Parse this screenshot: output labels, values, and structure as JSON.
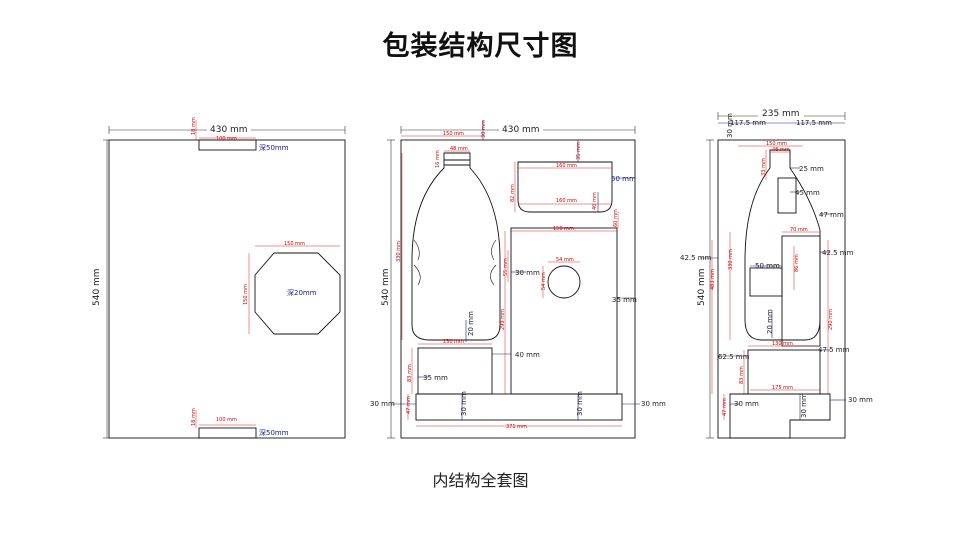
{
  "title": "包装结构尺寸图",
  "caption": "内结构全套图",
  "colors": {
    "outline": "#111111",
    "dim_black": "#333333",
    "dim_red": "#dd2222",
    "dim_blue": "#1a237e"
  },
  "left": {
    "w": "430 mm",
    "h": "540 mm",
    "t18": "18 mm",
    "h100": "100 mm",
    "d50": "深50mm",
    "b18": "18 mm",
    "b100": "100 mm",
    "bd50": "深50mm",
    "o150a": "150 mm",
    "o150b": "150 mm",
    "d20": "深20mm"
  },
  "mid": {
    "w": "430 mm",
    "h": "540 mm",
    "t150": "150 mm",
    "t30": "30 mm",
    "bt48": "48 mm",
    "bt16": "16 mm",
    "bh330": "330 mm",
    "b20": "20 mm",
    "tr160": "160 mm",
    "tr35": "35 mm",
    "tr50": "50 mm",
    "tr82": "82 mm",
    "tr40": "40 mm",
    "tr160b": "160 mm",
    "cb150": "150 mm",
    "cb60": "60 mm",
    "c30": "30 mm",
    "c54": "54 mm",
    "c54v": "54 mm",
    "c55": "55 mm",
    "c299": "299 mm",
    "c35": "35 mm",
    "s130": "130 mm",
    "s40": "40 mm",
    "s83": "83 mm",
    "s35": "35 mm",
    "f30l": "30 mm",
    "f47": "47 mm",
    "f30a": "30 mm",
    "f30b": "30 mm",
    "f30r": "30 mm",
    "f371": "371 mm"
  },
  "right": {
    "w": "235 mm",
    "h": "540 mm",
    "w117a": "117.5 mm",
    "w117b": "117.5 mm",
    "t30": "30 mm",
    "t150": "150 mm",
    "t48": "48 mm",
    "t25": "25 mm",
    "t33": "33 mm",
    "r45": "45 mm",
    "r47": "47 mm",
    "r70": "70 mm",
    "r42a": "42.5 mm",
    "r42b": "42.5 mm",
    "r330": "330 mm",
    "r483": "483 mm",
    "r50": "50 mm",
    "r86": "86 mm",
    "r290": "290 mm",
    "r20": "20 mm",
    "r130": "130 mm",
    "r62": "62.5 mm",
    "r47b": "47.5 mm",
    "r83": "83 mm",
    "r175": "175 mm",
    "r30a": "30 mm",
    "r30b": "30 mm",
    "r30c": "30 mm",
    "r47c": "47 mm"
  }
}
